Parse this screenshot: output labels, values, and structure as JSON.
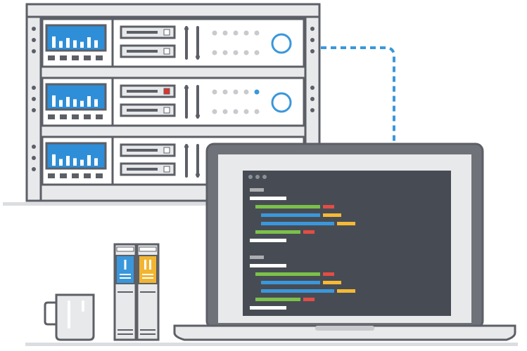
{
  "colors": {
    "outline": "#5c5f66",
    "rack_fill": "#e8e9eb",
    "rack_panel": "#ffffff",
    "screen_blue": "#2e8ed8",
    "accent_blue": "#3a97db",
    "terminal_bg": "#474c54",
    "code_white": "#ffffff",
    "code_green": "#7bc14a",
    "code_blue": "#3a97db",
    "code_orange": "#f5b935",
    "code_red": "#e34d45",
    "book_yellow": "#f2b531",
    "led_off": "#c8cacd",
    "led_red": "#e3312c",
    "shelf": "#dcdde0"
  },
  "illustration": {
    "server_rack": {
      "units": [
        {
          "led_active": false,
          "led_alert": false
        },
        {
          "led_active": true,
          "led_alert": true
        },
        {
          "led_active": false,
          "led_alert": false
        }
      ],
      "equalizer_levels": [
        0.55,
        0.25,
        0.45,
        0.3,
        0.2,
        0.5,
        0.3
      ]
    },
    "terminal": {
      "code_lines": [
        {
          "indent": 0,
          "segments": [
            {
              "color": "code_white",
              "len": 20,
              "muted": true
            }
          ]
        },
        {
          "indent": 0,
          "segments": [
            {
              "color": "code_white",
              "len": 52
            }
          ]
        },
        {
          "indent": 1,
          "segments": [
            {
              "color": "code_green",
              "len": 92
            },
            {
              "color": "code_red",
              "len": 16
            }
          ]
        },
        {
          "indent": 2,
          "segments": [
            {
              "color": "code_blue",
              "len": 84
            },
            {
              "color": "code_orange",
              "len": 26
            }
          ]
        },
        {
          "indent": 2,
          "segments": [
            {
              "color": "code_blue",
              "len": 104
            },
            {
              "color": "code_orange",
              "len": 26
            }
          ]
        },
        {
          "indent": 1,
          "segments": [
            {
              "color": "code_green",
              "len": 64
            },
            {
              "color": "code_red",
              "len": 16
            }
          ]
        },
        {
          "indent": 0,
          "segments": [
            {
              "color": "code_white",
              "len": 52
            }
          ]
        },
        {
          "indent": 0,
          "segments": []
        },
        {
          "indent": 0,
          "segments": [
            {
              "color": "code_white",
              "len": 20,
              "muted": true
            }
          ]
        },
        {
          "indent": 0,
          "segments": [
            {
              "color": "code_white",
              "len": 52
            }
          ]
        },
        {
          "indent": 1,
          "segments": [
            {
              "color": "code_green",
              "len": 92
            },
            {
              "color": "code_red",
              "len": 16
            }
          ]
        },
        {
          "indent": 2,
          "segments": [
            {
              "color": "code_blue",
              "len": 84
            },
            {
              "color": "code_orange",
              "len": 26
            }
          ]
        },
        {
          "indent": 2,
          "segments": [
            {
              "color": "code_blue",
              "len": 104
            },
            {
              "color": "code_orange",
              "len": 26
            }
          ]
        },
        {
          "indent": 1,
          "segments": [
            {
              "color": "code_green",
              "len": 64
            },
            {
              "color": "code_red",
              "len": 16
            }
          ]
        },
        {
          "indent": 0,
          "segments": [
            {
              "color": "code_white",
              "len": 52
            }
          ]
        }
      ]
    },
    "binders": [
      {
        "color": "accent_blue",
        "marks": 1
      },
      {
        "color": "book_yellow",
        "marks": 2
      }
    ]
  }
}
